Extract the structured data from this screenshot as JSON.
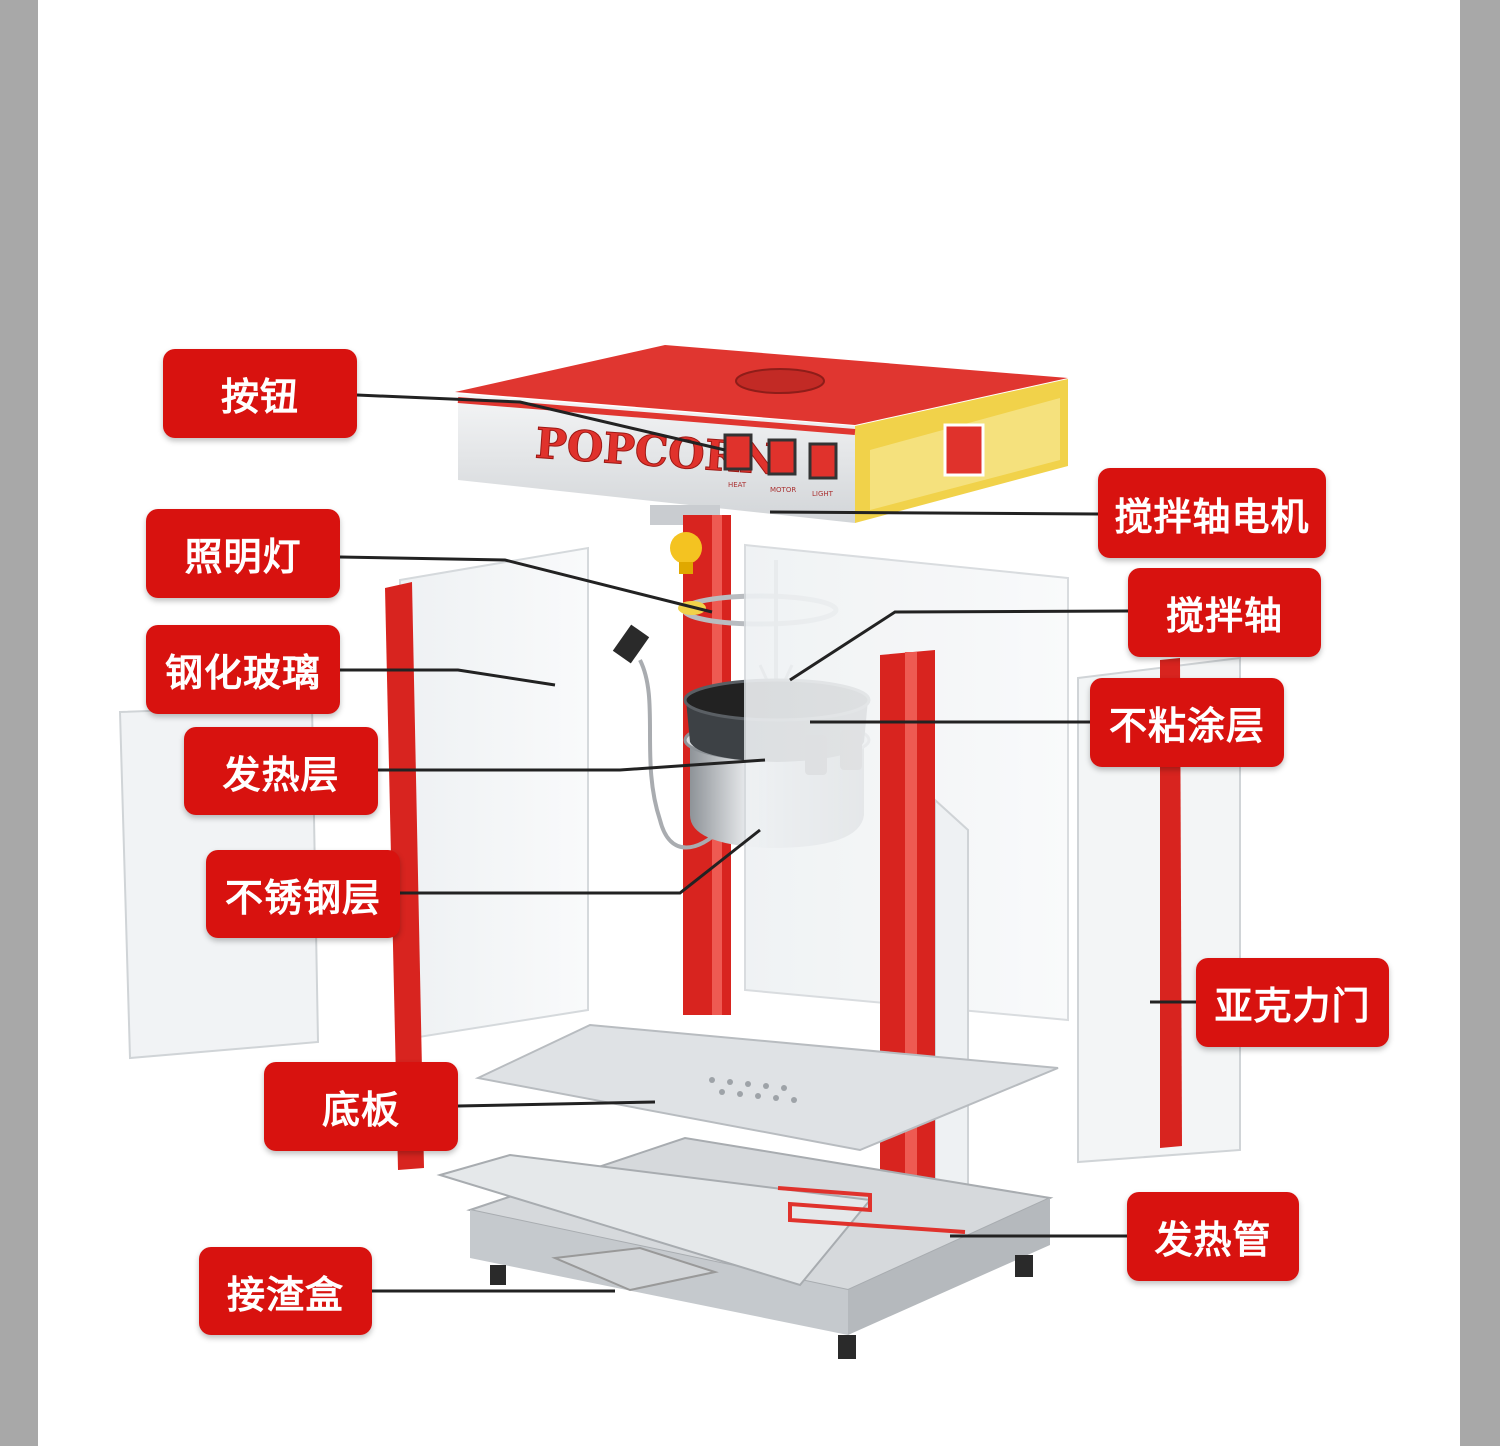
{
  "labels": {
    "button": "按钮",
    "stir_motor": "搅拌轴电机",
    "light": "照明灯",
    "stir_shaft": "搅拌轴",
    "tempered_glass": "钢化玻璃",
    "nonstick": "不粘涂层",
    "heating_layer": "发热层",
    "stainless_layer": "不锈钢层",
    "acrylic_door": "亚克力门",
    "base_plate": "底板",
    "heating_tube": "发热管",
    "residue_box": "接渣盒"
  },
  "machine": {
    "brand_text": "POPCORN",
    "switches": [
      "HEAT",
      "MOTOR",
      "LIGHT"
    ]
  },
  "colors": {
    "label_bg": "#d8120f",
    "frame_red": "#d8241f",
    "cabinet_red": "#e23a32",
    "panel_yellow": "#f1d24a",
    "steel": "#c9ccd0"
  }
}
